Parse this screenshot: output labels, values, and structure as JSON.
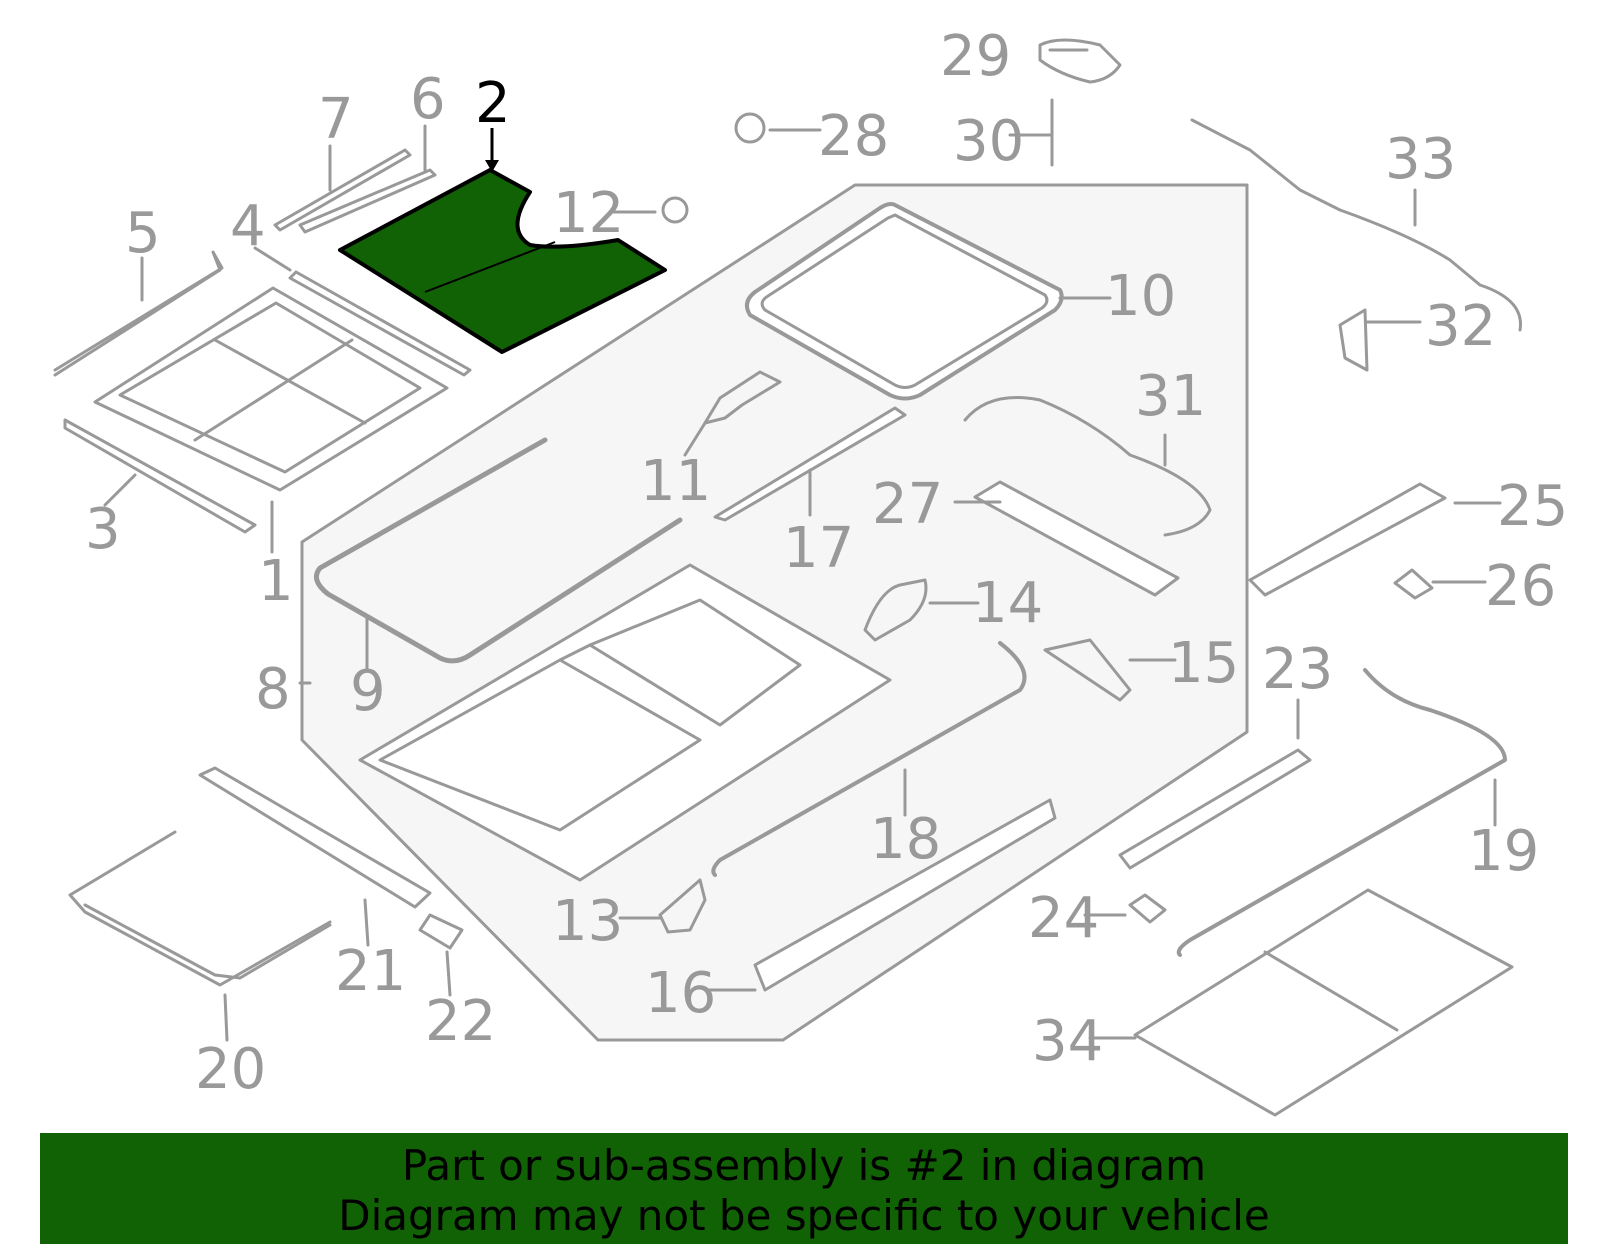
{
  "highlight_color": "#116105",
  "line_color": "#999999",
  "highlighted_part": "2",
  "callouts": [
    "1",
    "2",
    "3",
    "4",
    "5",
    "6",
    "7",
    "8",
    "9",
    "10",
    "11",
    "12",
    "13",
    "14",
    "15",
    "16",
    "17",
    "18",
    "19",
    "20",
    "21",
    "22",
    "23",
    "24",
    "25",
    "26",
    "27",
    "28",
    "29",
    "30",
    "31",
    "32",
    "33",
    "34"
  ],
  "banner": {
    "line1": "Part or sub-assembly is #2 in diagram",
    "line2": "Diagram may not be specific to your vehicle"
  }
}
